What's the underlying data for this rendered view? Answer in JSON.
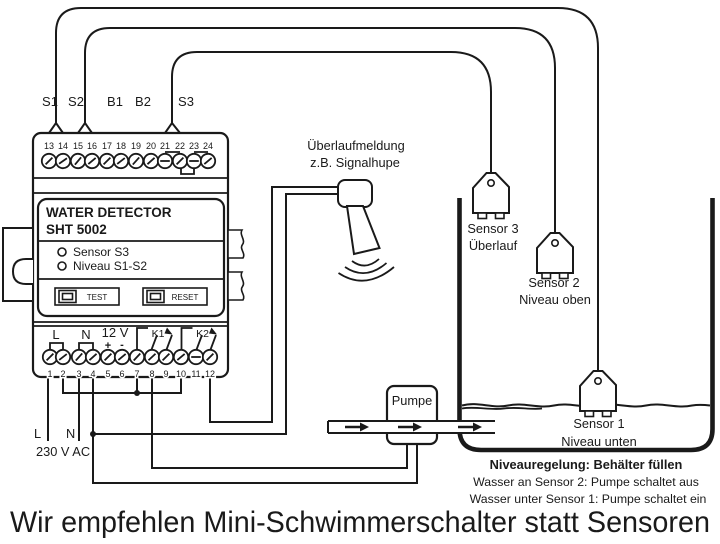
{
  "top_wiring": {
    "labels": [
      "S1",
      "S2",
      "B1",
      "B2",
      "S3"
    ]
  },
  "device": {
    "model_line1": "WATER DETECTOR",
    "model_line2": "SHT 5002",
    "led1": "Sensor S3",
    "led2": "Niveau S1-S2",
    "test_button": "TEST",
    "reset_button": "RESET",
    "top_terminal_numbers": [
      "13",
      "14",
      "15",
      "16",
      "17",
      "18",
      "19",
      "20",
      "21",
      "22",
      "23",
      "24"
    ],
    "bottom_terminal_numbers": [
      "1",
      "2",
      "3",
      "4",
      "5",
      "6",
      "7",
      "8",
      "9",
      "10",
      "11",
      "12"
    ],
    "bottom_labels": {
      "l": "L",
      "n": "N",
      "v12": "12 V",
      "plus": "+",
      "minus": "-",
      "k1": "K1",
      "k2": "K2"
    }
  },
  "mains": {
    "l": "L",
    "n": "N",
    "voltage": "230 V AC"
  },
  "horn": {
    "caption_line1": "Überlaufmeldung",
    "caption_line2": "z.B. Signalhupe"
  },
  "pump": {
    "label": "Pumpe"
  },
  "sensors": [
    {
      "name": "Sensor 3",
      "level": "Überlauf"
    },
    {
      "name": "Sensor 2",
      "level": "Niveau oben"
    },
    {
      "name": "Sensor 1",
      "level": "Niveau unten"
    }
  ],
  "level_control": {
    "title": "Niveauregelung: Behälter füllen",
    "rule1": "Wasser an Sensor 2: Pumpe schaltet aus",
    "rule2": "Wasser unter Sensor 1: Pumpe schaltet ein"
  },
  "caption": "Wir empfehlen Mini-Schwimmerschalter statt Sensoren",
  "colors": {
    "line": "#1a1a1a",
    "background": "#ffffff"
  }
}
